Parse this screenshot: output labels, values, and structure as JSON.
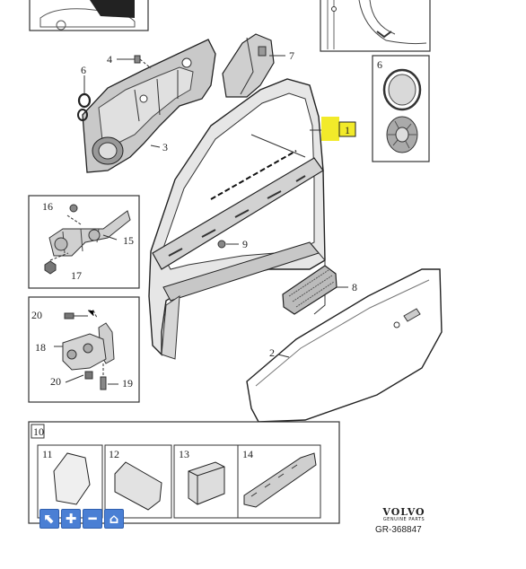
{
  "labels": {
    "l1": "1",
    "l2": "2",
    "l3": "3",
    "l4": "4",
    "l5": "6",
    "l6": "7",
    "l7": "8",
    "l8": "9",
    "l9": "15",
    "l10": "16",
    "l11": "17",
    "l12": "18",
    "l13": "19",
    "l14": "20",
    "l15": "20",
    "l16": "6",
    "l17": "10",
    "l18": "11",
    "l19": "12",
    "l20": "13",
    "l21": "14"
  },
  "toolbar": {
    "cursor_glyph": "⬉",
    "zoom_in_glyph": "✚",
    "zoom_out_glyph": "━",
    "home_glyph": "⌂"
  },
  "brand": {
    "name": "VOLVO",
    "subtitle": "GENUINE PARTS",
    "reference": "GR-368847"
  },
  "colors": {
    "highlight": "#f2ea2a",
    "toolbar": "#4a7fd4"
  }
}
